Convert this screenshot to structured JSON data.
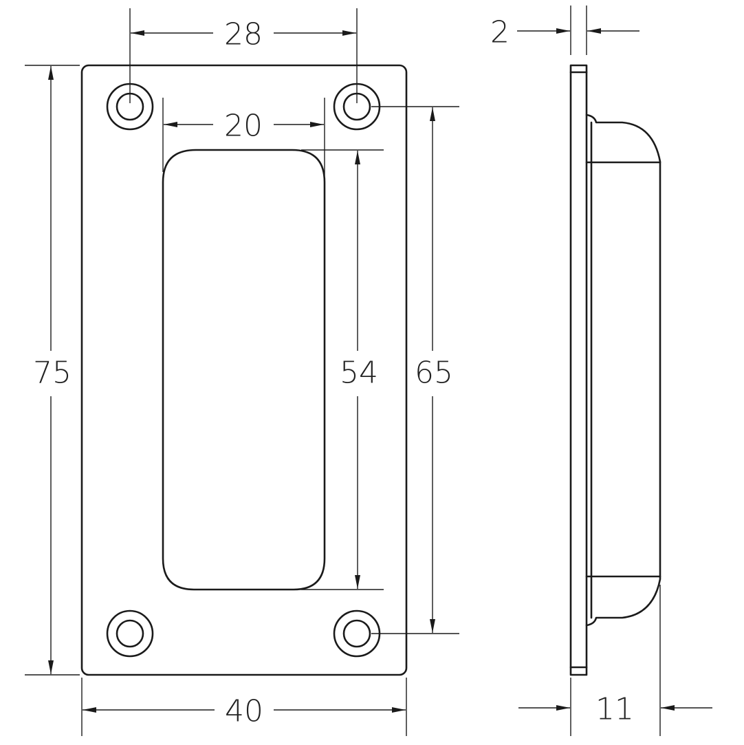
{
  "front_view": {
    "dimensions": {
      "hole_spacing_x": "28",
      "recess_width": "20",
      "overall_height": "75",
      "recess_height": "54",
      "hole_spacing_y": "65",
      "overall_width": "40"
    }
  },
  "side_view": {
    "dimensions": {
      "plate_thickness": "2",
      "overall_depth": "11"
    }
  },
  "colors": {
    "line": "#1a1a1a",
    "background": "#ffffff"
  }
}
